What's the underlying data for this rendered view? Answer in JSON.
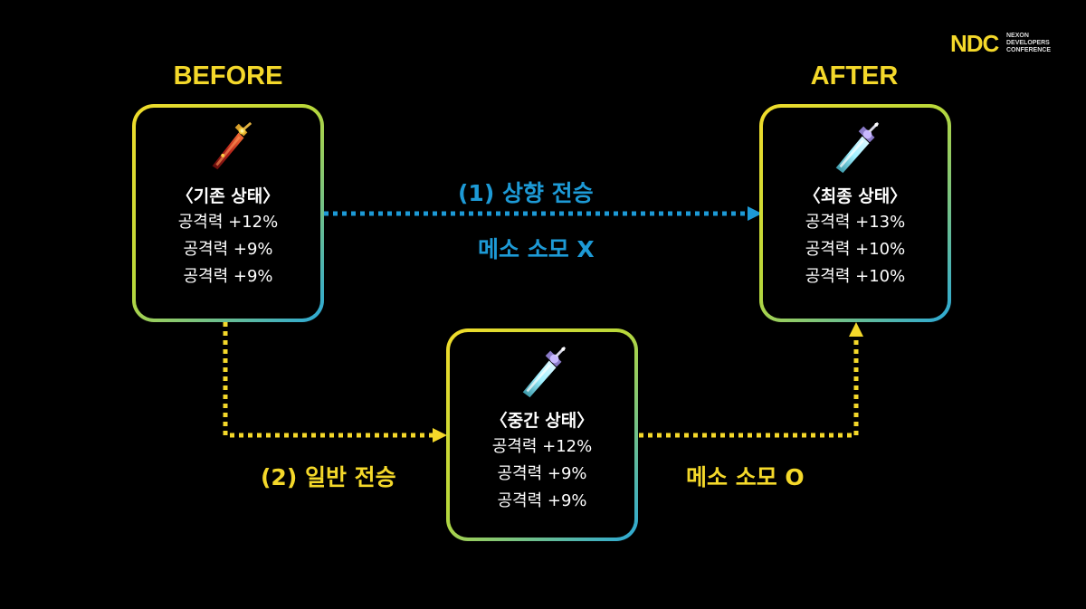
{
  "logo": {
    "mark": "NDC",
    "line1": "NEXON",
    "line2": "DEVELOPERS",
    "line3": "CONFERENCE"
  },
  "headings": {
    "before": "BEFORE",
    "after": "AFTER"
  },
  "cards": {
    "before": {
      "title": "〈기존 상태〉",
      "stats": [
        "공격력 +12%",
        "공격력 +9%",
        "공격력 +9%"
      ]
    },
    "middle": {
      "title": "〈중간 상태〉",
      "stats": [
        "공격력 +12%",
        "공격력 +9%",
        "공격력 +9%"
      ]
    },
    "after": {
      "title": "〈최종 상태〉",
      "stats": [
        "공격력 +13%",
        "공격력 +10%",
        "공격력 +10%"
      ]
    }
  },
  "paths": {
    "upper": {
      "label": "(1) 상향 전승",
      "cost": "메소 소모 X"
    },
    "normal": {
      "label": "(2) 일반 전승",
      "cost": "메소 소모 O"
    }
  },
  "colors": {
    "yellow": "#f4d82a",
    "blue": "#1d9ad6",
    "background": "#000000"
  },
  "icons": {
    "before_item": "red-sword-icon",
    "middle_item": "ice-sword-icon",
    "after_item": "ice-sword-icon"
  }
}
